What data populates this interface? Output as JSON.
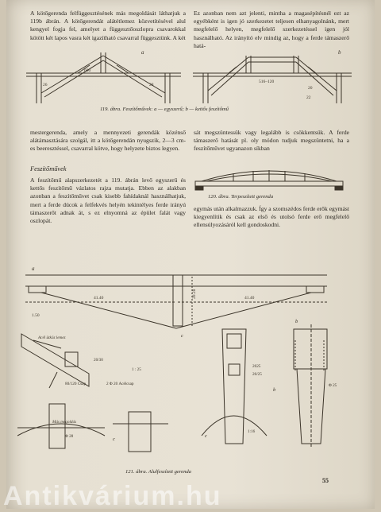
{
  "text": {
    "left_top": [
      "A kötőgerenda felfüggesztésének más megoldását láthatjuk a 119b ábrán. A kötőgerendát alátétlemez közvetítésével alul kengyel fogja fel, amelyet a függesztőoszlopra csavarokkal kötött két lapos vasra két igazítható csavarral függesztünk. A két"
    ],
    "right_top": [
      "Ez azonban nem azt jelenti, mintha a magasépítésnél ezt az egyébként is igen jó szerkezetet teljesen elhanyagolnánk, mert megfelelő helyen, megfelelő szerkezetéssel igen jól használható. Az irányító elv mindig az, hogy a ferde támaszerő hatá-"
    ],
    "left_mid": [
      "mestergerenda, amely a mennyezeti gerendák közénső alátámasztására szolgál, itt a kötőgerendán nyugszik, 2—3 cm-es beeresztéssel, csavarral kötve, hogy helyzete biztos legyen."
    ],
    "right_mid": [
      "sát megszüntessük vagy legalább is csökkentsük. A ferde támaszerő hatását pl. oly módon tudjuk megszüntetni, ha a feszítőművet ugyanazon síkban"
    ],
    "heading": "Feszítőművek",
    "left_low": [
      "A feszítőmű alapszerkezetét a 119. ábrán levő egyszerű és kettős feszítőmű vázlatos rajza mutatja. Ebben az alakban azonban a feszítőművet csak kisebb fahídaknál használhatjuk, mert a ferde dúcok a felfekvés helyén tekintélyes ferde irányú támaszerőt adnak át, s ez elnyomná az épület falát vagy oszlopát."
    ],
    "right_low": [
      "egymás után alkalmazzuk. Így a szomszédos ferde erők egymást kiegyenlítik és csak az első és utolsó ferde erő megfelelő ellensúlyozásáról kell gondoskodni."
    ]
  },
  "captions": {
    "fig119": "119. ábra. Feszítőművek: a — egyszerű; b — kettős feszítőmű",
    "fig120": "120. ábra. Terpeszített gerenda",
    "fig121": "121. ábra. Alulfeszített gerenda"
  },
  "figure_labels": {
    "fig119_a": "a",
    "fig119_b": "b",
    "fig119_600": "600",
    "fig119_dim1": "26",
    "fig119_dim2": "28",
    "fig119_dim3": "20",
    "fig119_dim4": "22",
    "fig119_516": "516–120",
    "fig121_a": "a",
    "fig121_span1": "41.40",
    "fig121_span2": "41.40",
    "fig121_height": "20.28",
    "fig121_left": "1.50",
    "fig121_c": "c",
    "fig121_b": "b",
    "fig121_lemez": "Acél ütköz lemez",
    "fig121_2030": "20/30",
    "fig121_ratio": "1 : 25",
    "fig121_csap": "80/120 Csap",
    "fig121_2": "2 Φ 20 Acélcsap",
    "fig121_pl1": "2025",
    "fig121_pl2": "20/25",
    "fig121_c2": "c",
    "fig121_d": "Φ 25",
    "fig121_mas": "Más megoldás",
    "fig121_d2": "Φ 28",
    "fig121_c3": "c",
    "fig121_14": "1:16",
    "fig121_b2": "b"
  },
  "page_number": "55",
  "watermark": "Antikvárium.hu"
}
